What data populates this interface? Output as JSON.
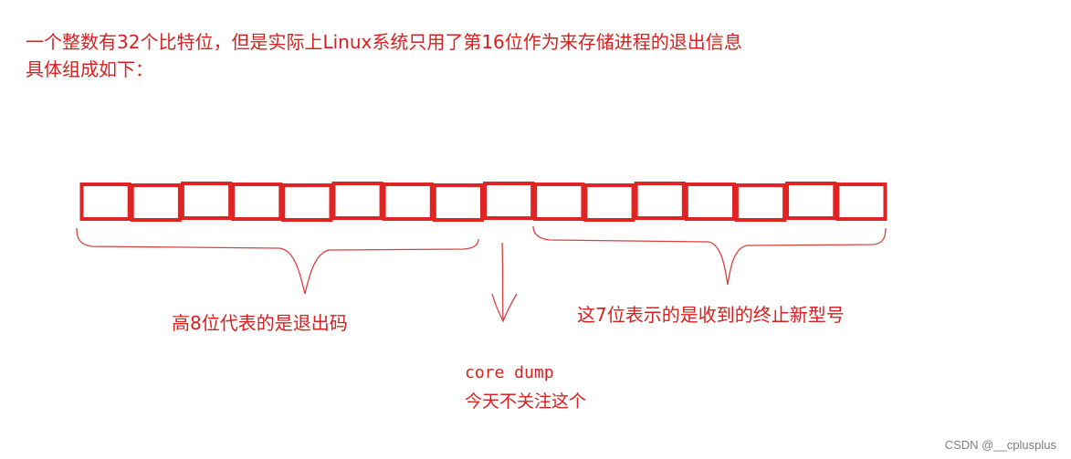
{
  "notes": {
    "line1": "一个整数有32个比特位，但是实际上Linux系统只用了第16位作为来存储进程的退出信息",
    "line2": "具体组成如下："
  },
  "bits": {
    "count": 16,
    "stroke_color": "#e02424"
  },
  "labels": {
    "high": "高8位代表的是退出码",
    "low": "这7位表示的是收到的终止新型号",
    "core_dump": "core dump",
    "core_note": "今天不关注这个"
  },
  "colors": {
    "annotation": "#d82020",
    "brace": "#d84040",
    "watermark": "#7f7f7f"
  },
  "watermark": "CSDN @__cplusplus"
}
